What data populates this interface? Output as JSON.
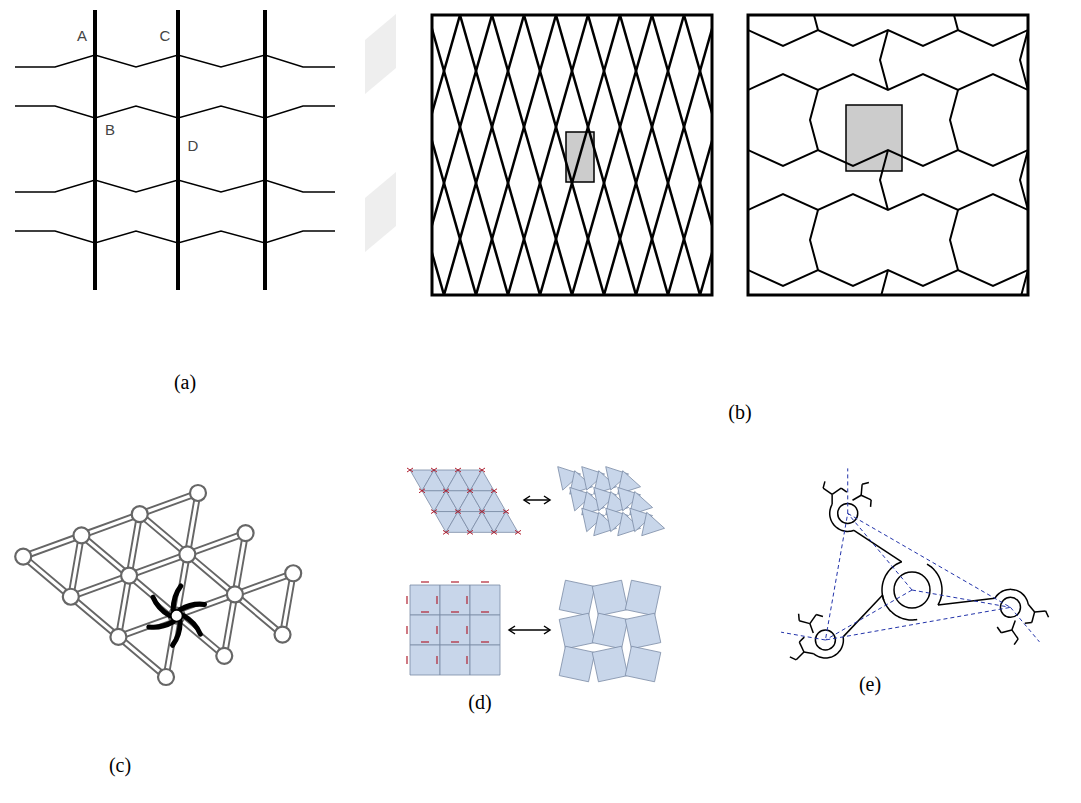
{
  "diagram": {
    "labels": [
      "A",
      "C",
      "B",
      "D",
      "(a)",
      "(b)",
      "(c)",
      "(d)",
      "(e)"
    ]
  }
}
